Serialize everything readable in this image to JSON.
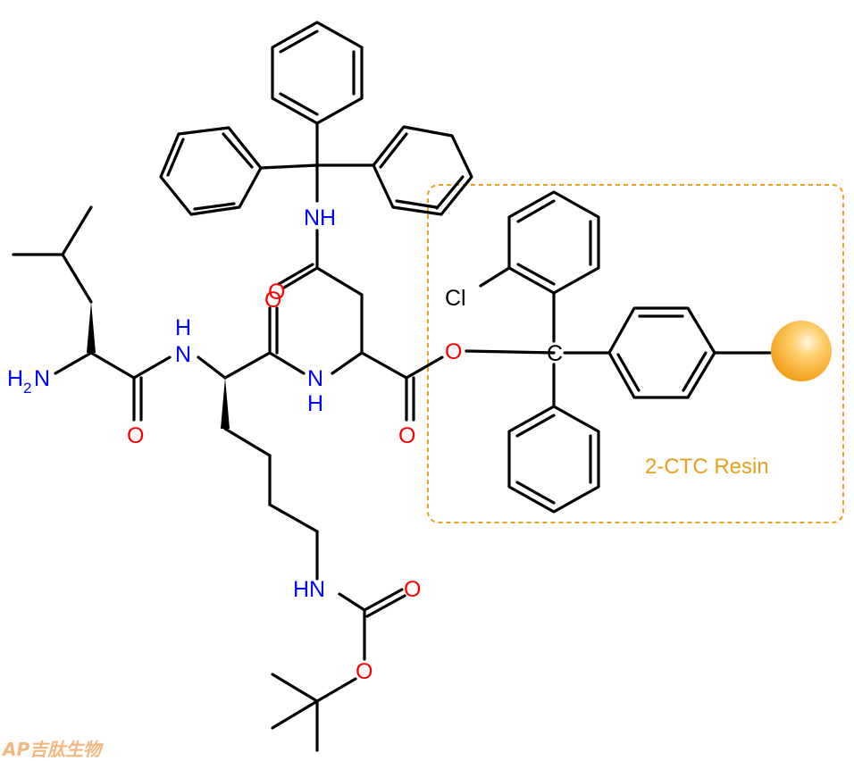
{
  "colors": {
    "bond": "#000000",
    "nitrogen": "#0000FF",
    "oxygen": "#FF0000",
    "chlorine": "#000000",
    "resin_accent": "#E8A020",
    "resin_bead": "#F5A623",
    "watermark": "#F2B880"
  },
  "atoms": {
    "nh2_main": "H",
    "nh2_sub": "2",
    "nh2_tail": "N",
    "amide1_nh": "H",
    "amide1_n": "N",
    "amide2_n": "N",
    "amide2_h": "H",
    "trityl_nh": "NH",
    "carbamate_nh": "HN",
    "o_leu_carbonyl": "O",
    "o_lys_carbonyl": "O",
    "o_asn_sidechain": "O",
    "o_asn_carbonyl": "O",
    "o_ester": "O",
    "o_carbamate_carbonyl": "O",
    "o_carbamate_ester": "O",
    "chlorine": "Cl",
    "central_carbon": "C"
  },
  "resin": {
    "label": "2-CTC Resin"
  },
  "watermark": {
    "text": "AP吉肽生物"
  }
}
